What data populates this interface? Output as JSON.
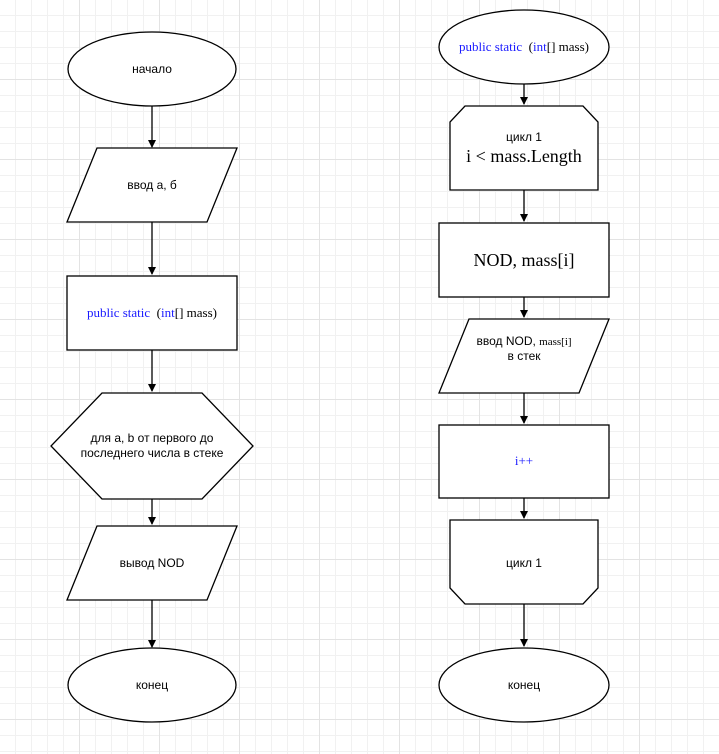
{
  "left": {
    "start": "начало",
    "input": "ввод а, б",
    "call": {
      "kw": "public static",
      "open": "(",
      "type": "int",
      "rest": "[] mass)"
    },
    "loop_line1": "для a, b от первого до",
    "loop_line2": "последнего числа в стеке",
    "output": "вывод NOD",
    "end": "конец"
  },
  "right": {
    "header": {
      "kw": "public static",
      "open": "(",
      "type": "int",
      "rest": "[] mass)"
    },
    "loop_start_line1": "цикл 1",
    "loop_start_line2": "i < mass.Length",
    "process": "NOD, mass[i]",
    "io_line1_a": "ввод  NOD, ",
    "io_line1_b": "mass[i]",
    "io_line2": "в стек",
    "increment": "i++",
    "loop_end": "цикл 1",
    "end": "конец"
  }
}
